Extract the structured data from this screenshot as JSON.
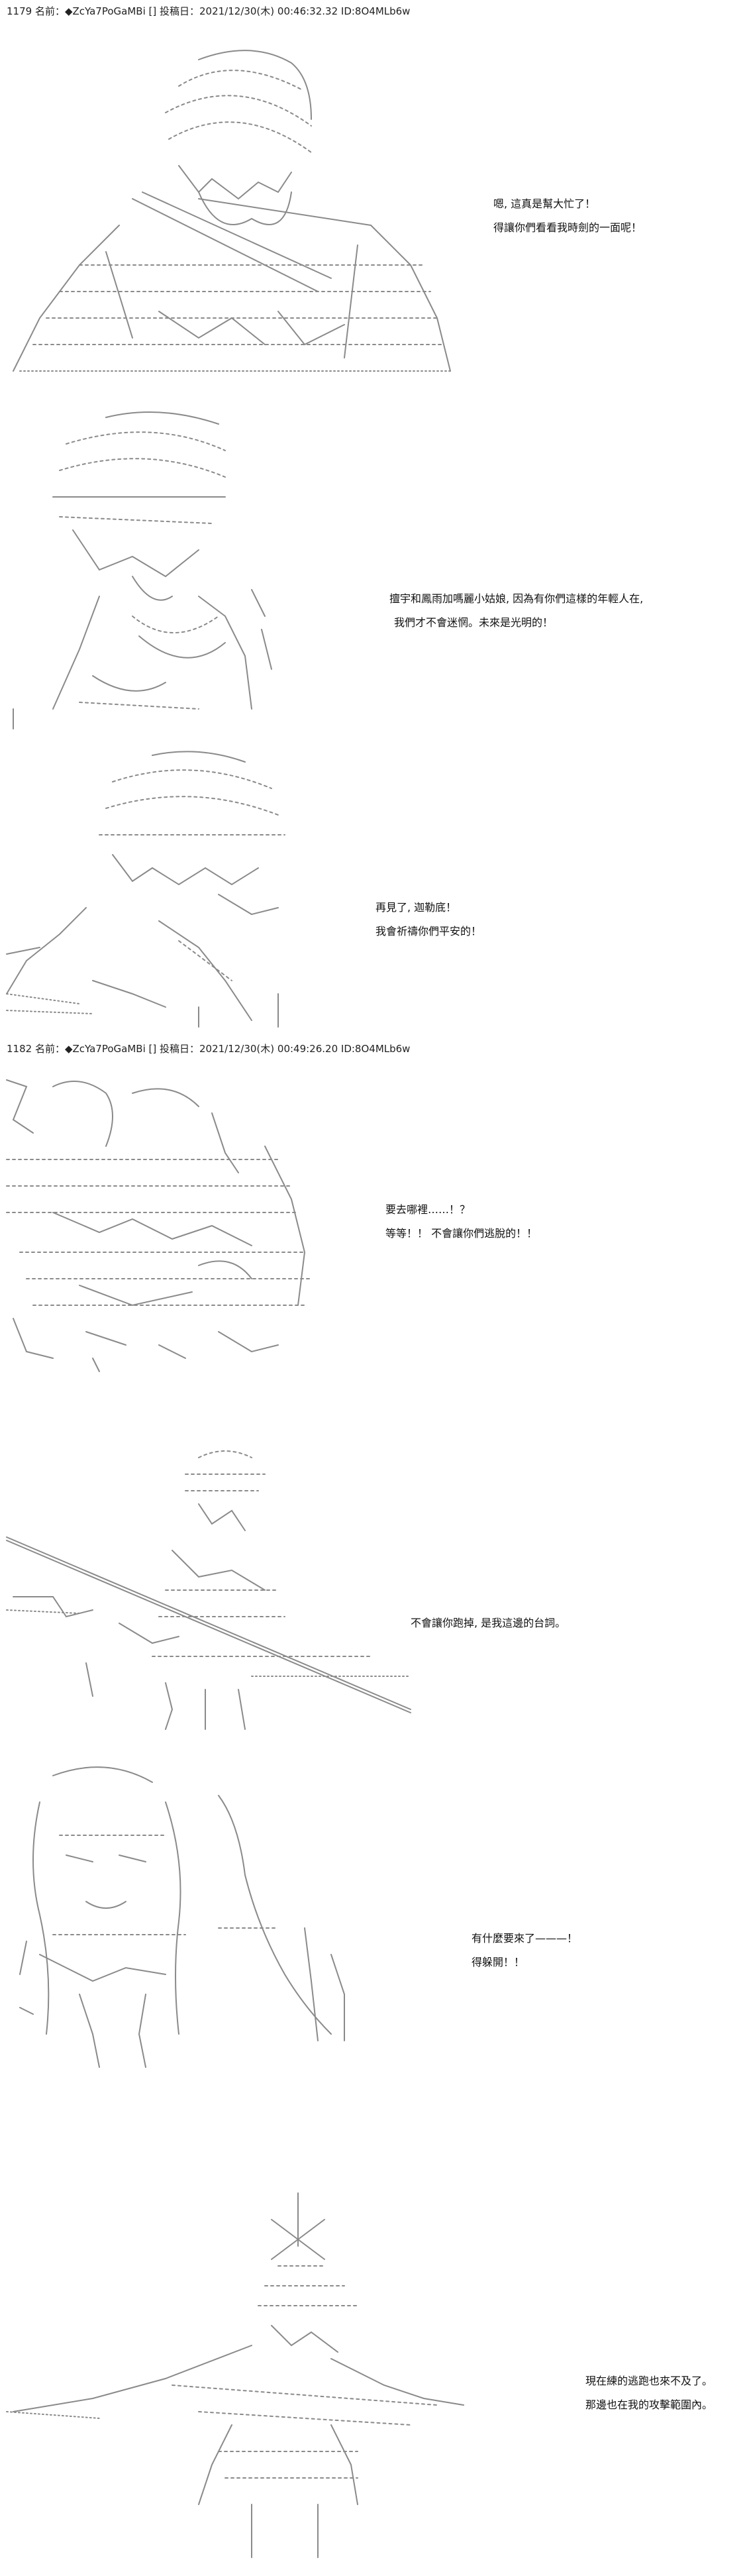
{
  "posts": [
    {
      "header": "1179 名前：◆ZcYa7PoGaMBi [] 投稿日：2021/12/30(木) 00:46:32.32 ID:8O4MLb6w",
      "panels": [
        {
          "art": "ascii-art-figure-with-cloak-icon",
          "lines": [
            "嗯, 這真是幫大忙了！",
            "得讓你們看看我時劍的一面呢！"
          ]
        },
        {
          "art": "ascii-art-figure-with-hat-icon",
          "lines": [
            "擅宇和鳳雨加嗎麗小姑娘, 因為有你們這樣的年輕人在,",
            "我們才不會迷惘。未來是光明的！"
          ]
        },
        {
          "art": "ascii-art-figure-turning-away-icon",
          "lines": [
            "再見了, 迦勒底！",
            "我會祈禱你們平安的！"
          ]
        }
      ]
    },
    {
      "header": "1182 名前：◆ZcYa7PoGaMBi [] 投稿日：2021/12/30(木) 00:49:26.20 ID:8O4MLb6w",
      "panels": [
        {
          "art": "ascii-art-group-crowd-icon",
          "lines": [
            "要去哪裡……！？",
            "等等！！ 不會讓你們逃脫的！！"
          ]
        },
        {
          "art": "ascii-art-figure-with-spear-icon",
          "lines": [
            "不會讓你跑掉, 是我這邊的台詞。"
          ]
        },
        {
          "art": "ascii-art-long-haired-figure-icon",
          "lines": [
            "有什麼要來了———！",
            "得躲開！！"
          ]
        },
        {
          "art": "ascii-art-figure-with-staff-icon",
          "lines": [
            "現在練的逃跑也來不及了。",
            "那邊也在我的攻擊範圍內。"
          ]
        }
      ]
    }
  ]
}
